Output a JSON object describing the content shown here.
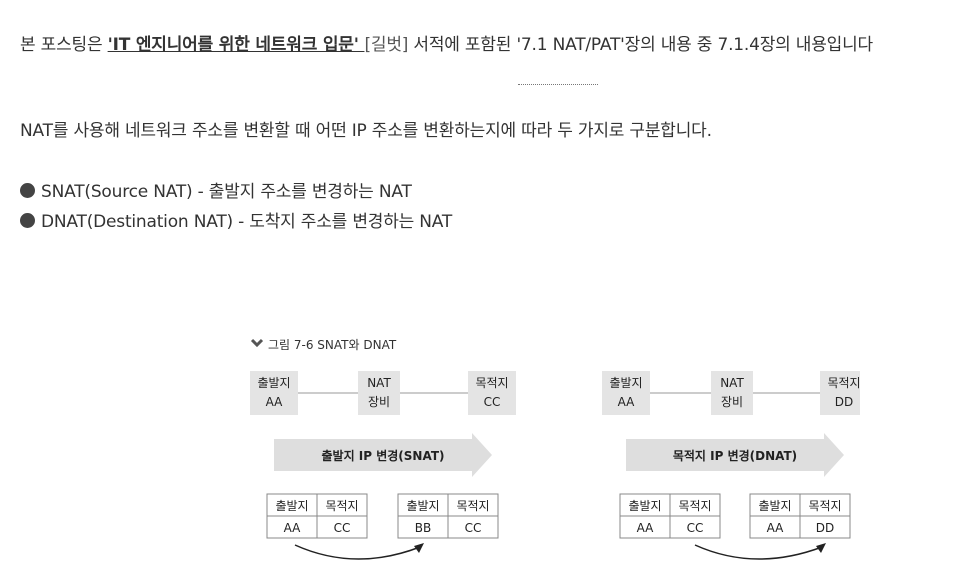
{
  "intro": {
    "prefix": "본 포스팅은 ",
    "book_title": "'IT 엔지니어를 위한 네트워크 입문' ",
    "publisher": "[길벗]",
    "rest": " 서적에 포함된 '7.1 NAT/PAT'장의 내용 중 7.1.4장의 내용입니다"
  },
  "paragraph": "NAT를 사용해 네트워크 주소를 변환할 때 어떤 IP 주소를 변환하는지에 따라 두 가지로 구분합니다.",
  "bullets": [
    "SNAT(Source NAT) - 출발지 주소를 변경하는 NAT",
    "DNAT(Destination NAT) - 도착지 주소를 변경하는 NAT"
  ],
  "figure": {
    "caption": "그림 7-6  SNAT와 DNAT",
    "snat": {
      "nodes": [
        {
          "label": "출발지",
          "value": "AA"
        },
        {
          "label": "NAT",
          "value": "장비"
        },
        {
          "label": "목적지",
          "value": "CC"
        }
      ],
      "arrow_label": "출발지 IP 변경(SNAT)",
      "before": {
        "headers": [
          "출발지",
          "목적지"
        ],
        "values": [
          "AA",
          "CC"
        ]
      },
      "after": {
        "headers": [
          "출발지",
          "목적지"
        ],
        "values": [
          "BB",
          "CC"
        ]
      }
    },
    "dnat": {
      "nodes": [
        {
          "label": "출발지",
          "value": "AA"
        },
        {
          "label": "NAT",
          "value": "장비"
        },
        {
          "label": "목적지",
          "value": "DD"
        }
      ],
      "arrow_label": "목적지 IP 변경(DNAT)",
      "before": {
        "headers": [
          "출발지",
          "목적지"
        ],
        "values": [
          "AA",
          "CC"
        ]
      },
      "after": {
        "headers": [
          "출발지",
          "목적지"
        ],
        "values": [
          "AA",
          "DD"
        ]
      }
    }
  }
}
